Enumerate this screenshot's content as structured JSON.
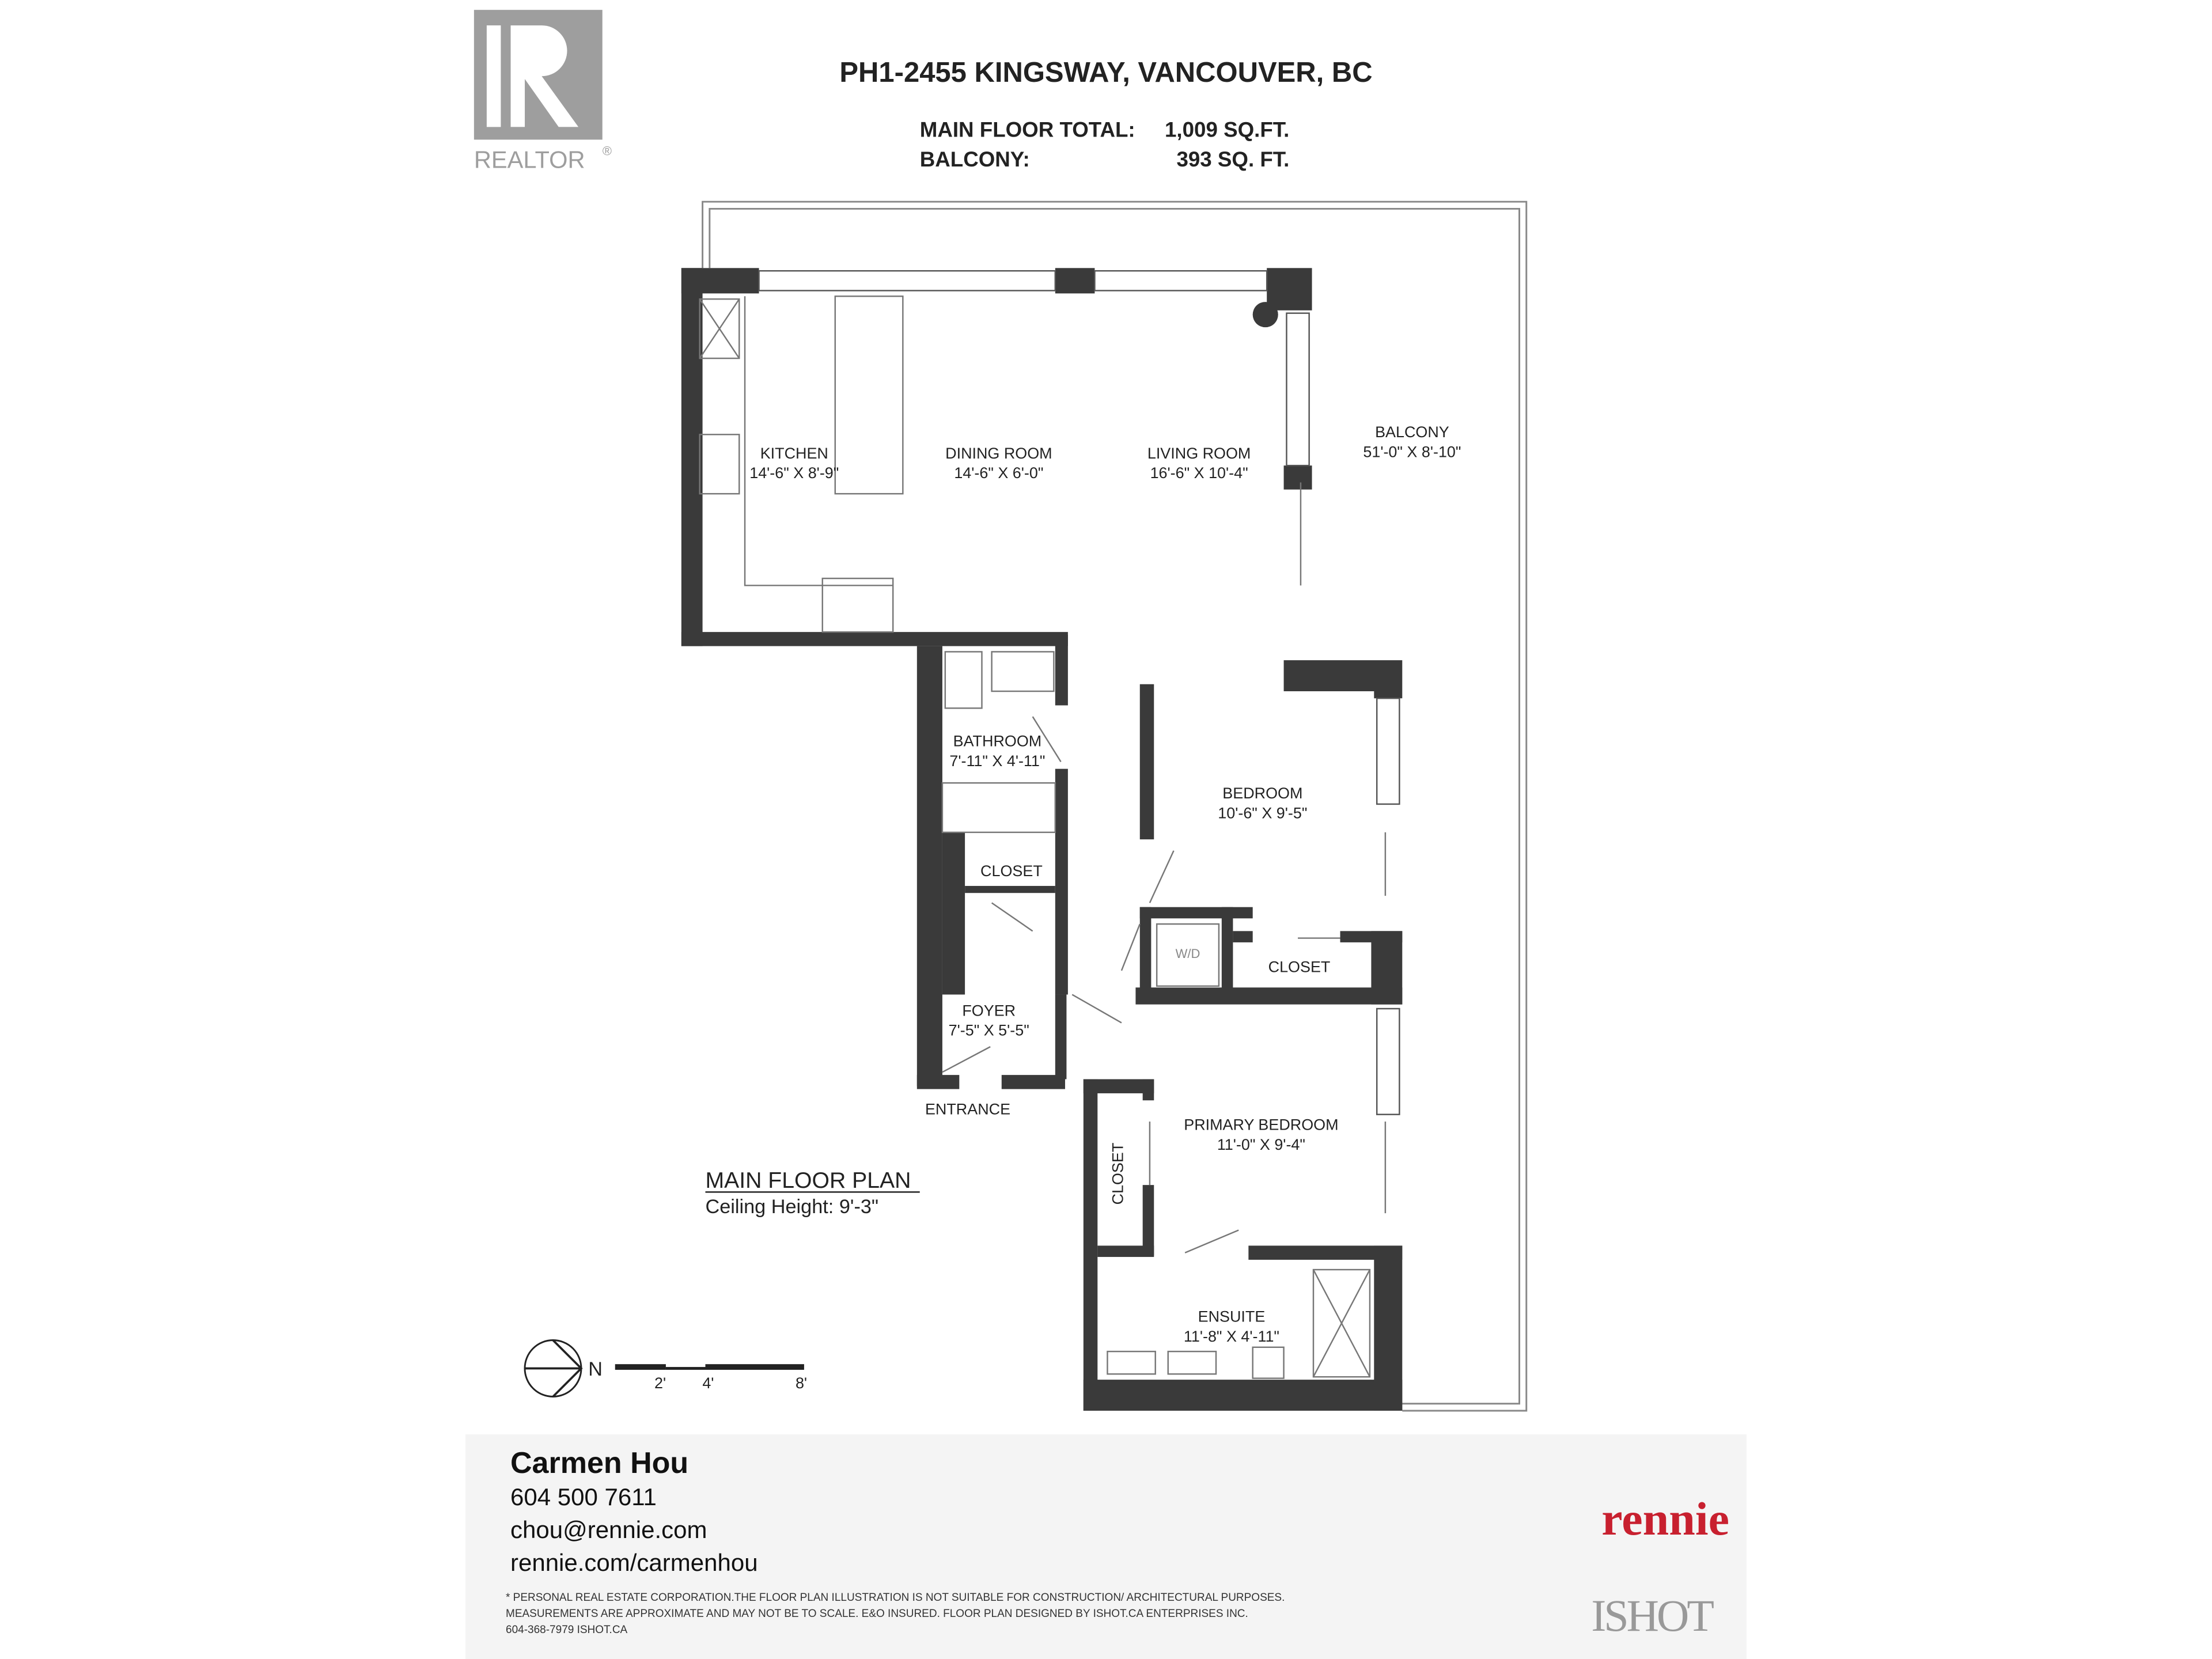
{
  "logo": {
    "text": "REALTOR",
    "mark": "®"
  },
  "header": {
    "address": "PH1-2455 KINGSWAY, VANCOUVER, BC",
    "main_floor_label": "MAIN FLOOR TOTAL:",
    "main_floor_value": "1,009 SQ.FT.",
    "balcony_label": "BALCONY:",
    "balcony_value": "393 SQ. FT."
  },
  "rooms": [
    {
      "name": "KITCHEN",
      "dims": "14'-6\" X 8'-9\""
    },
    {
      "name": "DINING ROOM",
      "dims": "14'-6\" X 6'-0\""
    },
    {
      "name": "LIVING ROOM",
      "dims": "16'-6\" X 10'-4\""
    },
    {
      "name": "BALCONY",
      "dims": "51'-0\" X 8'-10\""
    },
    {
      "name": "BATHROOM",
      "dims": "7'-11\" X 4'-11\""
    },
    {
      "name": "BEDROOM",
      "dims": "10'-6\" X 9'-5\""
    },
    {
      "name": "FOYER",
      "dims": "7'-5\" X 5'-5\""
    },
    {
      "name": "PRIMARY BEDROOM",
      "dims": "11'-0\" X 9'-4\""
    },
    {
      "name": "ENSUITE",
      "dims": "11'-8\" X 4'-11\""
    }
  ],
  "labels": {
    "closet": "CLOSET",
    "wd": "W/D",
    "entrance": "ENTRANCE"
  },
  "plan_title": {
    "title": "MAIN FLOOR PLAN",
    "ceiling": "Ceiling Height: 9'-3\""
  },
  "compass": {
    "north": "N"
  },
  "scale": [
    "2'",
    "4'",
    "8'"
  ],
  "agent": {
    "name": "Carmen Hou",
    "phone": "604 500 7611",
    "email": "chou@rennie.com",
    "website": "rennie.com/carmenhou"
  },
  "brand": "rennie",
  "designer_logo": "ISHOT",
  "disclaimer": [
    "* PERSONAL REAL ESTATE CORPORATION.THE FLOOR PLAN ILLUSTRATION IS NOT SUITABLE FOR CONSTRUCTION/ ARCHITECTURAL PURPOSES.",
    "MEASUREMENTS ARE APPROXIMATE AND MAY NOT BE TO SCALE. E&O INSURED. FLOOR PLAN DESIGNED BY ISHOT.CA ENTERPRISES INC.",
    "604-368-7979  ISHOT.CA"
  ],
  "colors": {
    "wall": "#3a3a3a",
    "brand": "#c8202f",
    "logo": "#9e9e9e"
  }
}
